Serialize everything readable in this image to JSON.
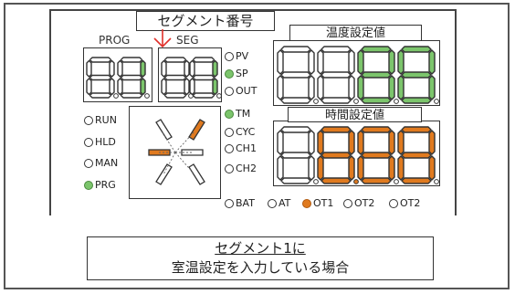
{
  "header": {
    "segment_number_label": "セグメント番号"
  },
  "labels": {
    "prog": "PROG",
    "seg": "SEG"
  },
  "displays": {
    "temperature_title": "温度設定値",
    "time_title": "時間設定値",
    "prog_digits": [
      "8.",
      "8."
    ],
    "seg_digits": [
      "8.",
      "8."
    ],
    "temp_digits": [
      "8.",
      "8.",
      "8.",
      "8."
    ],
    "time_digits": [
      "8.",
      "8.",
      "8.",
      "8."
    ]
  },
  "mode_indicators": [
    {
      "label": "PV",
      "state": "off"
    },
    {
      "label": "SP",
      "state": "green"
    },
    {
      "label": "OUT",
      "state": "off"
    },
    {
      "label": "TM",
      "state": "green"
    },
    {
      "label": "CYC",
      "state": "off"
    },
    {
      "label": "CH1",
      "state": "off"
    },
    {
      "label": "CH2",
      "state": "off"
    }
  ],
  "status_indicators": [
    {
      "label": "RUN",
      "state": "off"
    },
    {
      "label": "HLD",
      "state": "off"
    },
    {
      "label": "MAN",
      "state": "off"
    },
    {
      "label": "PRG",
      "state": "green"
    }
  ],
  "output_indicators": [
    {
      "label": "BAT",
      "state": "off"
    },
    {
      "label": "AT",
      "state": "off"
    },
    {
      "label": "OT1",
      "state": "orange"
    },
    {
      "label": "OT2",
      "state": "off"
    },
    {
      "label": "OT2",
      "state": "off"
    }
  ],
  "caption": {
    "line1": "セグメント1に",
    "line2": "室温設定を入力している場合"
  },
  "colors": {
    "lit_green": "#7cc56c",
    "lit_orange": "#e07a1f",
    "unlit": "#ffffff",
    "outline": "#333333"
  }
}
